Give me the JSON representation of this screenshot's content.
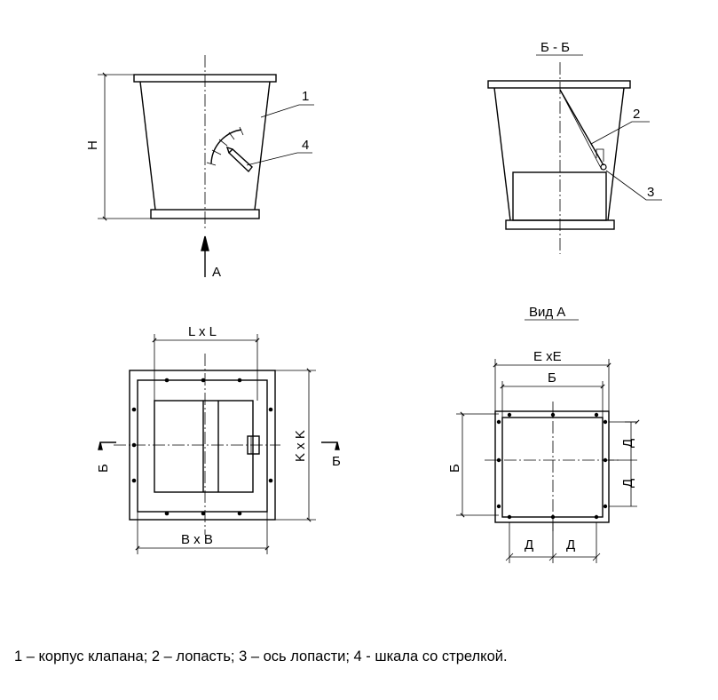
{
  "labels": {
    "num1": "1",
    "num2": "2",
    "num3": "3",
    "num4": "4",
    "h": "Н",
    "a": "А",
    "section_title": "Б - Б",
    "view_title": "Вид А",
    "lxl": "L x L",
    "bxb": "B x B",
    "kxk": "K x K",
    "b_left": "Б",
    "b_right": "Б",
    "exe": "E xE",
    "b_inner": "Б",
    "b_vert": "Б",
    "d_right_top": "Д",
    "d_right_bottom": "Д",
    "d_bottom_left": "Д",
    "d_bottom_right": "Д"
  },
  "caption": "1 – корпус клапана; 2 – лопасть; 3 – ось лопасти; 4 - шкала со стрелкой."
}
